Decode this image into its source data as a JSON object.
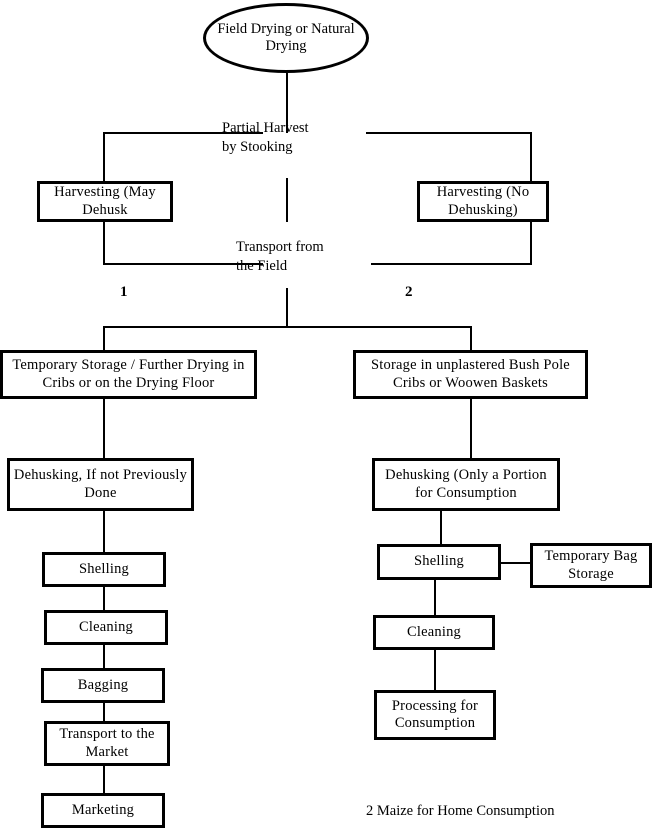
{
  "diagram": {
    "title_caption": "2  Maize for Home Consumption",
    "branch_labels": {
      "one": "1",
      "two": "2"
    },
    "nodes": {
      "start": "Field Drying or\nNatural Drying",
      "partial_harvest": "Partial Harvest\nby Stooking",
      "harvest_dehusk": "Harvesting\n(May Dehusk",
      "harvest_no_dehusk": "Harvesting\n(No Dehusking)",
      "transport_field": "Transport from\nthe Field",
      "temp_storage": "Temporary Storage / Further Drying in\nCribs or on the Drying Floor",
      "bush_pole_storage": "Storage in unplastered Bush Pole\nCribs or Woowen Baskets",
      "dehusk_left": "Dehusking, If not Previously\nDone",
      "dehusk_right": "Dehusking (Only a Portion\nfor Consumption",
      "shelling_left": "Shelling",
      "shelling_right": "Shelling",
      "temp_bag_storage": "Temporary Bag\nStorage",
      "cleaning_left": "Cleaning",
      "cleaning_right": "Cleaning",
      "bagging": "Bagging",
      "transport_market": "Transport to the\nMarket",
      "marketing": "Marketing",
      "processing_consumption": "Processing for\nConsumption"
    },
    "colors": {
      "stroke": "#000000",
      "fill": "#ffffff",
      "text": "#000000"
    }
  }
}
